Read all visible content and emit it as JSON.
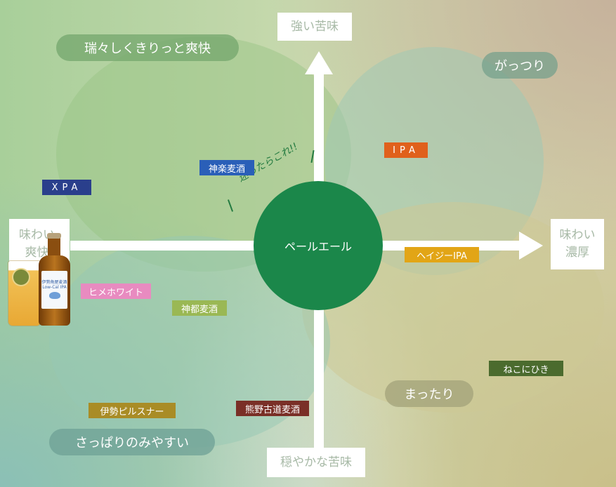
{
  "axes": {
    "top": "強い苦味",
    "bottom": "穏やかな苦味",
    "right_line1": "味わい",
    "right_line2": "濃厚",
    "left_line1": "味わい",
    "left_line2": "爽快"
  },
  "regions": {
    "refresh": "瑞々しくきりっと爽快",
    "robust": "がっつり",
    "mellow": "まったり",
    "easy": "さっぱりのみやすい"
  },
  "center": "ペールエール",
  "annotation": "迷ったらこれ!!",
  "beers": {
    "xpa": "XPA",
    "shinraku": "神楽麦酒",
    "ipa": "IPA",
    "hazy": "ヘイジーIPA",
    "hime": "ヒメホワイト",
    "kanto": "神都麦酒",
    "nekoni": "ねこにひき",
    "ise": "伊勢ピルスナー",
    "kumano": "熊野古道麦酒"
  },
  "product": {
    "label_top": "伊勢角屋麦酒",
    "label_name": "Low-Cal IPA"
  },
  "colors": {
    "center": "#1b874a",
    "xpa": "#2a3f8c",
    "shinraku": "#2a5fb8",
    "ipa": "#e0601c",
    "hazy": "#e2a516",
    "hime": "#e88bc0",
    "kanto": "#9ab854",
    "nekoni": "#4b6b2e",
    "ise": "#a98c26",
    "kumano": "#7a2f27"
  }
}
